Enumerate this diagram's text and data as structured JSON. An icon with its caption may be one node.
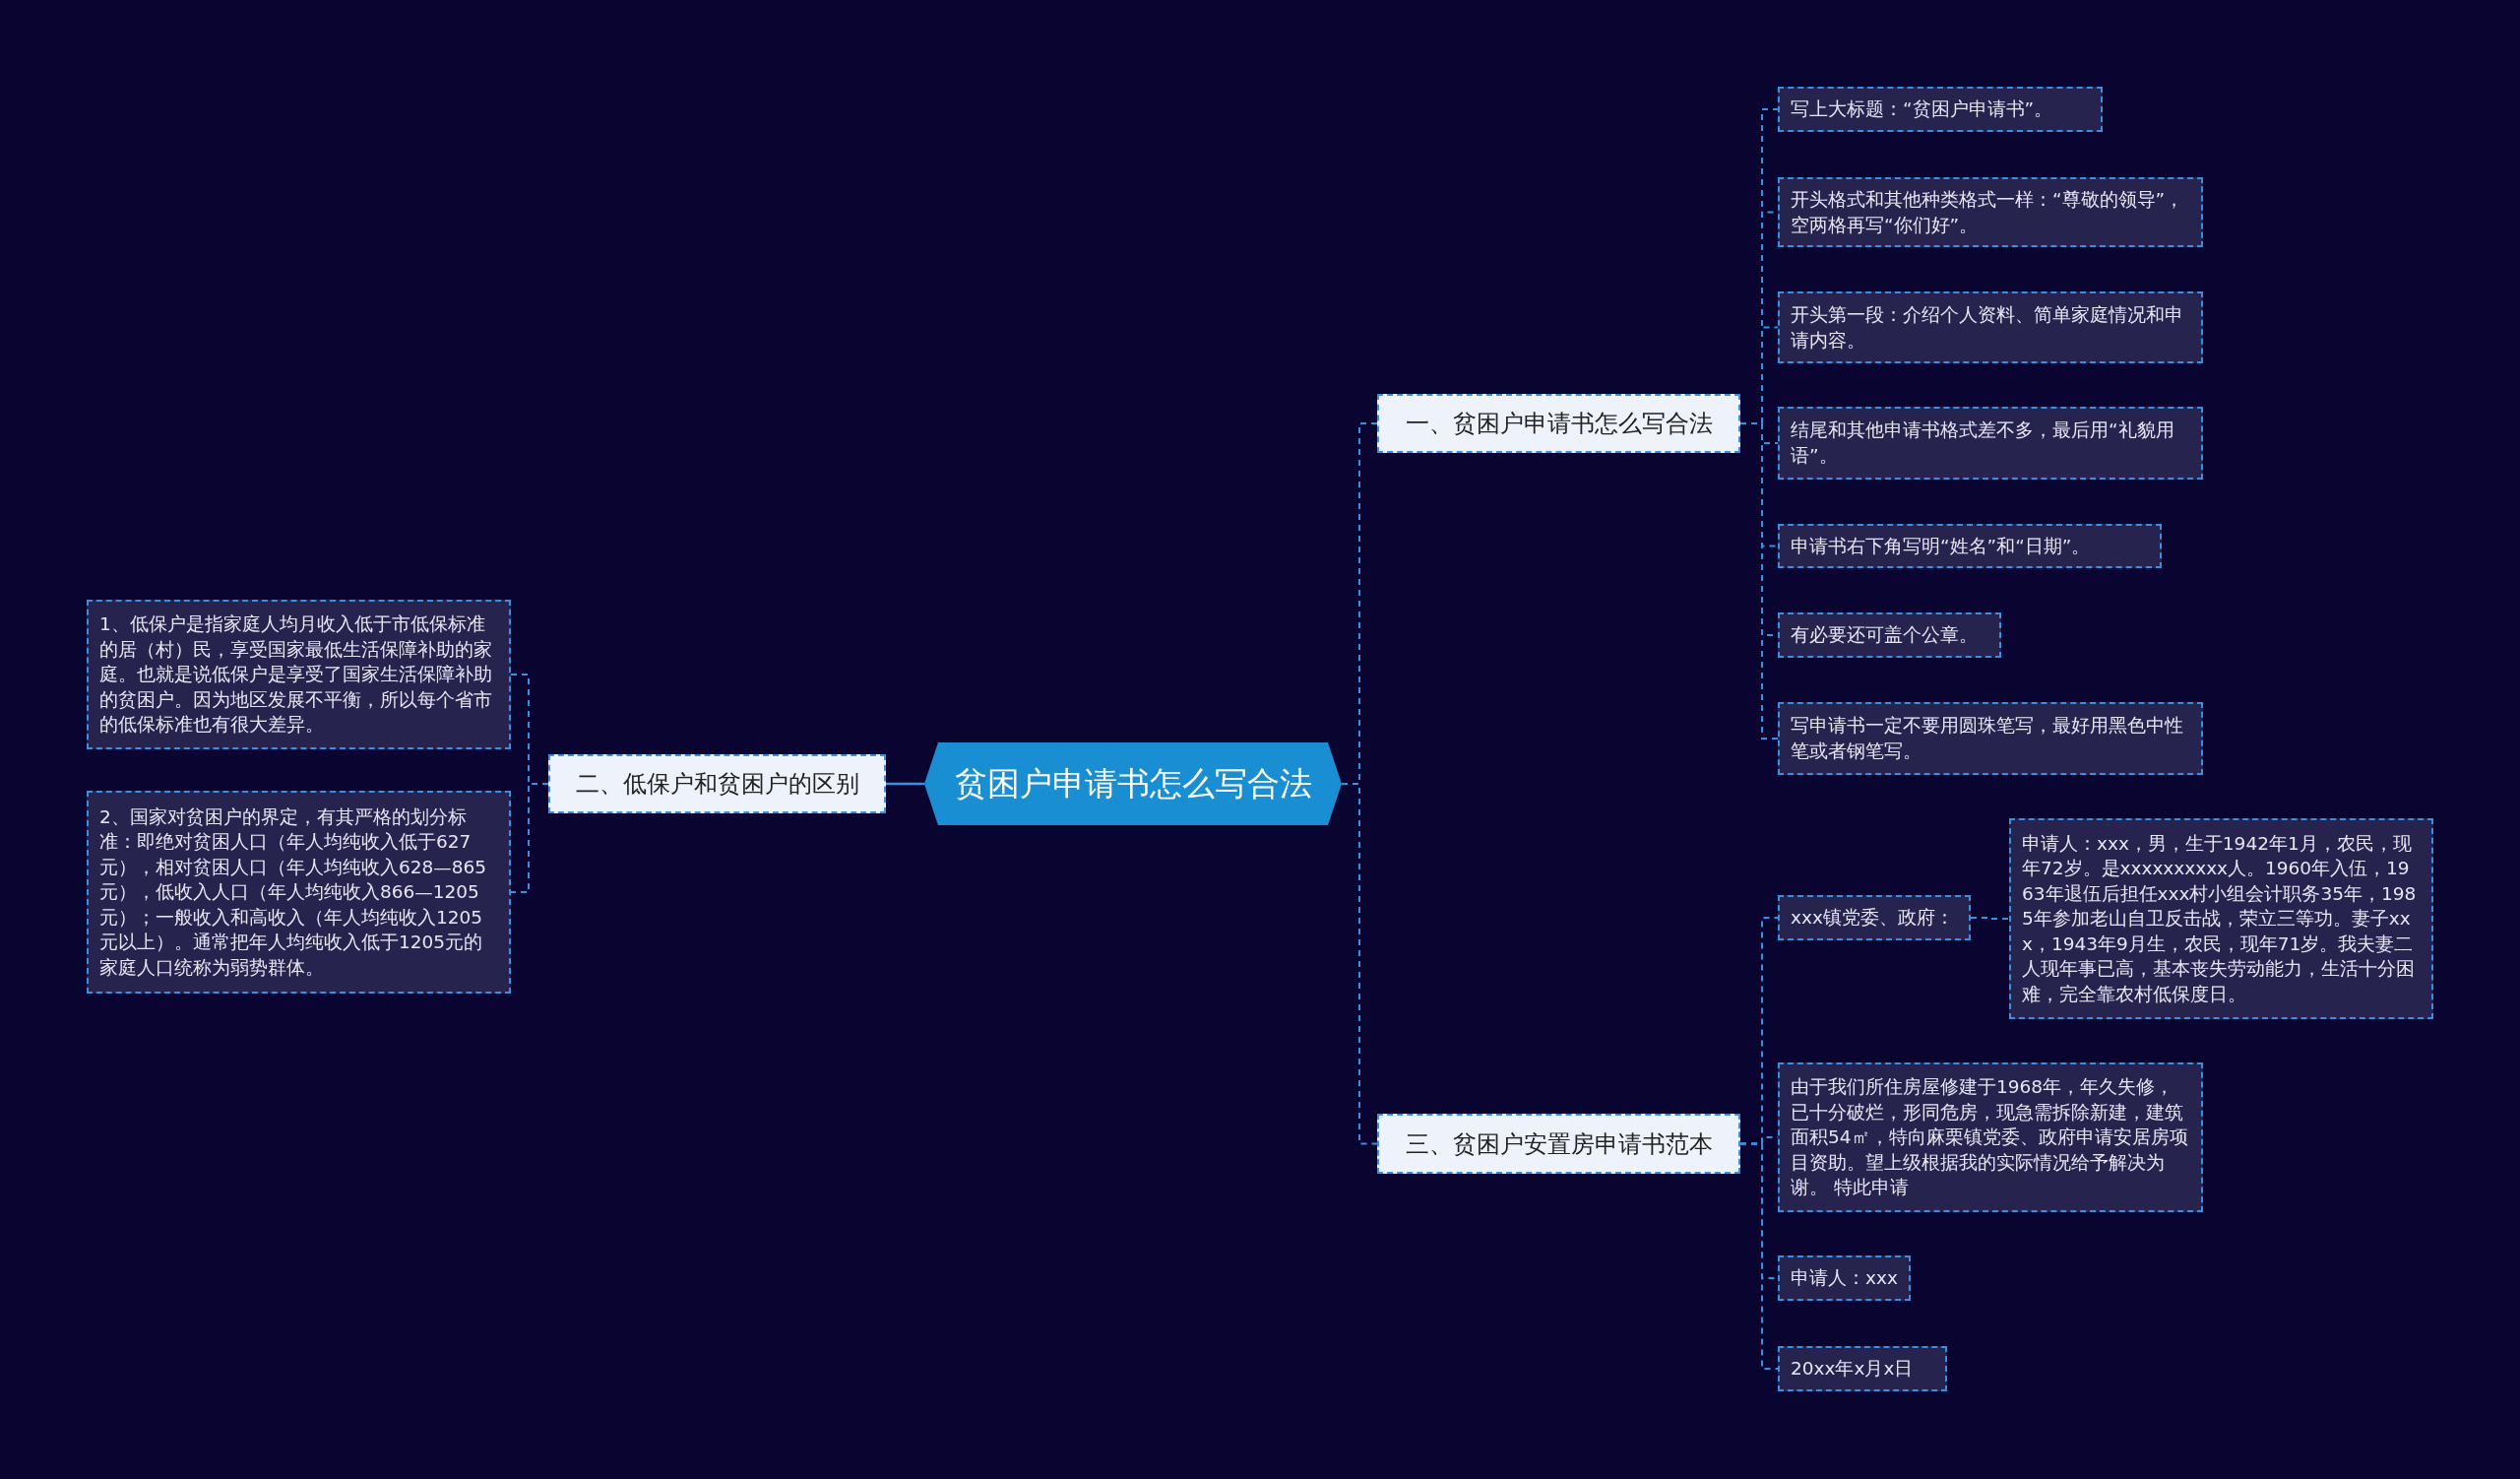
{
  "diagram": {
    "nodes": [
      {
        "text": [
          "贫困户申请书怎么写合法"
        ]
      },
      {
        "text": [
          "一、贫困户申请书怎么写合法"
        ]
      },
      {
        "text": [
          "二、低保户和贫困户的区别"
        ]
      },
      {
        "text": [
          "三、贫困户安置房申请书范本"
        ]
      },
      {
        "text": [
          "写上大标题：“贫困户申请书”。"
        ]
      },
      {
        "text": [
          "开头格式和其他种类格式一样：“尊敬的领导”，空两格再写“你们好”。"
        ]
      },
      {
        "text": [
          "开头第一段：介绍个人资料、简单家庭情况和申请内容。"
        ]
      },
      {
        "text": [
          "结尾和其他申请书格式差不多，最后用“礼貌用语”。"
        ]
      },
      {
        "text": [
          "申请书右下角写明“姓名”和“日期”。"
        ]
      },
      {
        "text": [
          "有必要还可盖个公章。"
        ]
      },
      {
        "text": [
          "写申请书一定不要用圆珠笔写，最好用黑色中性笔或者钢笔写。"
        ]
      },
      {
        "text": [
          "1、低保户是指家庭人均月收入低于市低保标准的居（村）民，享受国家最低生活保障补助的家庭。也就是说低保户是享受了国家生活保障补助的贫困户。因为地区发展不平衡，所以每个省市的低保标准也有很大差异。"
        ]
      },
      {
        "text": [
          "2、国家对贫困户的界定，有其严格的划分标准：即绝对贫困人口（年人均纯收入低于627元），相对贫困人口（年人均纯收入628—865元），低收入人口（年人均纯收入866—1205元）；一般收入和高收入（年人均纯收入1205元以上）。通常把年人均纯收入低于1205元的家庭人口统称为弱势群体。"
        ]
      },
      {
        "text": [
          "xxx镇党委、政府："
        ]
      },
      {
        "text": [
          "申请人：xxx，男，生于1942年1月，农民，现年72岁。是xxxxxxxxxx人。1960年入伍，1963年退伍后担任xxx村小组会计职务35年，1985年参加老山自卫反击战，荣立三等功。妻子xxx，1943年9月生，农民，现年71岁。我夫妻二人现年事已高，基本丧失劳动能力，生活十分困难，完全靠农村低保度日。"
        ]
      },
      {
        "text": [
          "由于我们所住房屋修建于1968年，年久失修，已十分破烂，形同危房，现急需拆除新建，建筑面积54㎡，特向麻栗镇党委、政府申请安居房项目资助。望上级根据我的实际情况给予解决为谢。 特此申请"
        ]
      },
      {
        "text": [
          "申请人：xxx"
        ]
      },
      {
        "text": [
          "20xx年x月x日"
        ]
      }
    ],
    "edges": [
      {
        "from": 0,
        "to": 1,
        "arrow": "none",
        "style": "dashed"
      },
      {
        "from": 0,
        "to": 2,
        "arrow": "none"
      },
      {
        "from": 0,
        "to": 3,
        "arrow": "none",
        "style": "dashed"
      },
      {
        "from": 1,
        "to": 4,
        "arrow": "none",
        "style": "dashed"
      },
      {
        "from": 1,
        "to": 5,
        "arrow": "none",
        "style": "dashed"
      },
      {
        "from": 1,
        "to": 6,
        "arrow": "none",
        "style": "dashed"
      },
      {
        "from": 1,
        "to": 7,
        "arrow": "none",
        "style": "dashed"
      },
      {
        "from": 1,
        "to": 8,
        "arrow": "none",
        "style": "dashed"
      },
      {
        "from": 1,
        "to": 9,
        "arrow": "none",
        "style": "dashed"
      },
      {
        "from": 1,
        "to": 10,
        "arrow": "none",
        "style": "dashed"
      },
      {
        "from": 2,
        "to": 11,
        "arrow": "none",
        "style": "dashed"
      },
      {
        "from": 2,
        "to": 12,
        "arrow": "none",
        "style": "dashed"
      },
      {
        "from": 3,
        "to": 13,
        "arrow": "none",
        "style": "dashed"
      },
      {
        "from": 13,
        "to": 14,
        "arrow": "none",
        "style": "dashed"
      },
      {
        "from": 3,
        "to": 15,
        "arrow": "none",
        "style": "dashed"
      },
      {
        "from": 3,
        "to": 16,
        "arrow": "none",
        "style": "dashed"
      },
      {
        "from": 3,
        "to": 17,
        "arrow": "none",
        "style": "dashed"
      }
    ]
  }
}
